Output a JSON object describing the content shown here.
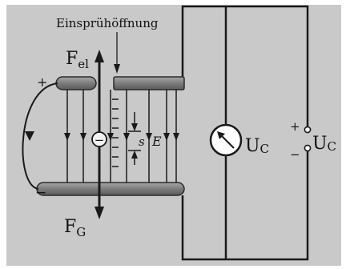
{
  "diagram": {
    "labels": {
      "opening": "Einsprühöffnung",
      "force_el": "F",
      "force_el_sub": "el",
      "force_g": "F",
      "force_g_sub": "G",
      "plus": "+",
      "minus": "−",
      "distance": "s",
      "field": "E",
      "charge_sign": "−",
      "voltmeter": "U",
      "voltmeter_sub": "C",
      "source": "U",
      "source_sub": "C",
      "source_plus": "+",
      "source_minus": "−"
    },
    "colors": {
      "background": "#c9c9c9",
      "plate_fill": "#8a8a8a",
      "wire": "#1a1a1a",
      "text": "#111111"
    }
  }
}
